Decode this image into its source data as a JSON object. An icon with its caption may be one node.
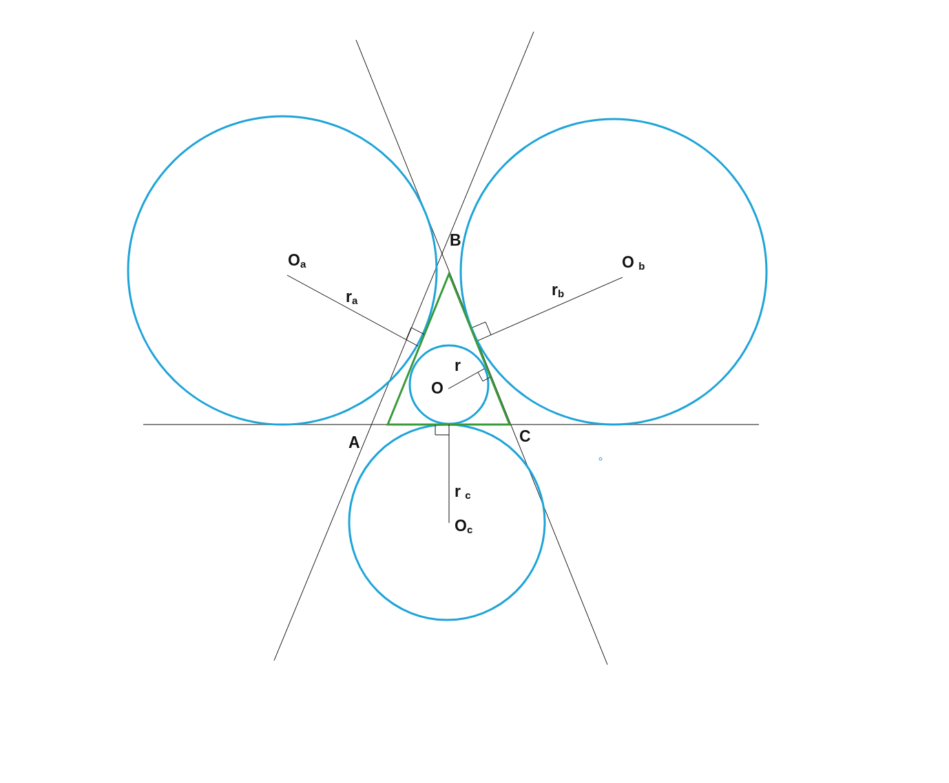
{
  "diagram": {
    "labels": [
      "B",
      "O$_{a}$",
      "O $_{b}$",
      "r$_{b}$",
      "r$_{a}$",
      "r",
      "O",
      "C",
      "A",
      "r $_{c}$",
      "O$_{c}$"
    ]
  }
}
